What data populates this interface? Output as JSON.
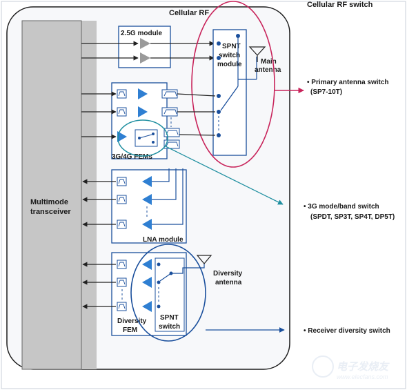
{
  "labels": {
    "cellular_rf": "Cellular RF",
    "cellular_rf_switch": "Cellular RF switch",
    "module_2_5g": "2.5G module",
    "spnt_switch_module": [
      "SPNT",
      "switch",
      "module"
    ],
    "main_antenna": [
      "Main",
      "antenna"
    ],
    "fems_3g4g": "3G/4G FEMs",
    "multimode_transceiver": [
      "Multimode",
      "transceiver"
    ],
    "lna_module": "LNA module",
    "diversity_antenna": [
      "Diversity",
      "antenna"
    ],
    "diversity_fem": [
      "Diversity",
      "FEM"
    ],
    "spnt_switch": [
      "SPNT",
      "switch"
    ],
    "primary_switch": [
      "• Primary antenna switch",
      "(SP7-10T)"
    ],
    "mode_band_switch": [
      "• 3G mode/band switch",
      "(SPDT, SP3T, SP4T, DP5T)"
    ],
    "receiver_diversity_switch": "• Receiver diversity switch"
  },
  "watermark": {
    "text": "电子发烧友",
    "url": "www.elecfans.com"
  },
  "colors": {
    "block_stroke": "#1a4f9c",
    "amplifier_fill": "#2f7fd2",
    "highlight_red": "#c8235a",
    "highlight_teal": "#1f8fa0",
    "transceiver_fill": "#c6c6c6",
    "panel_fill": "#f7f8fa"
  }
}
